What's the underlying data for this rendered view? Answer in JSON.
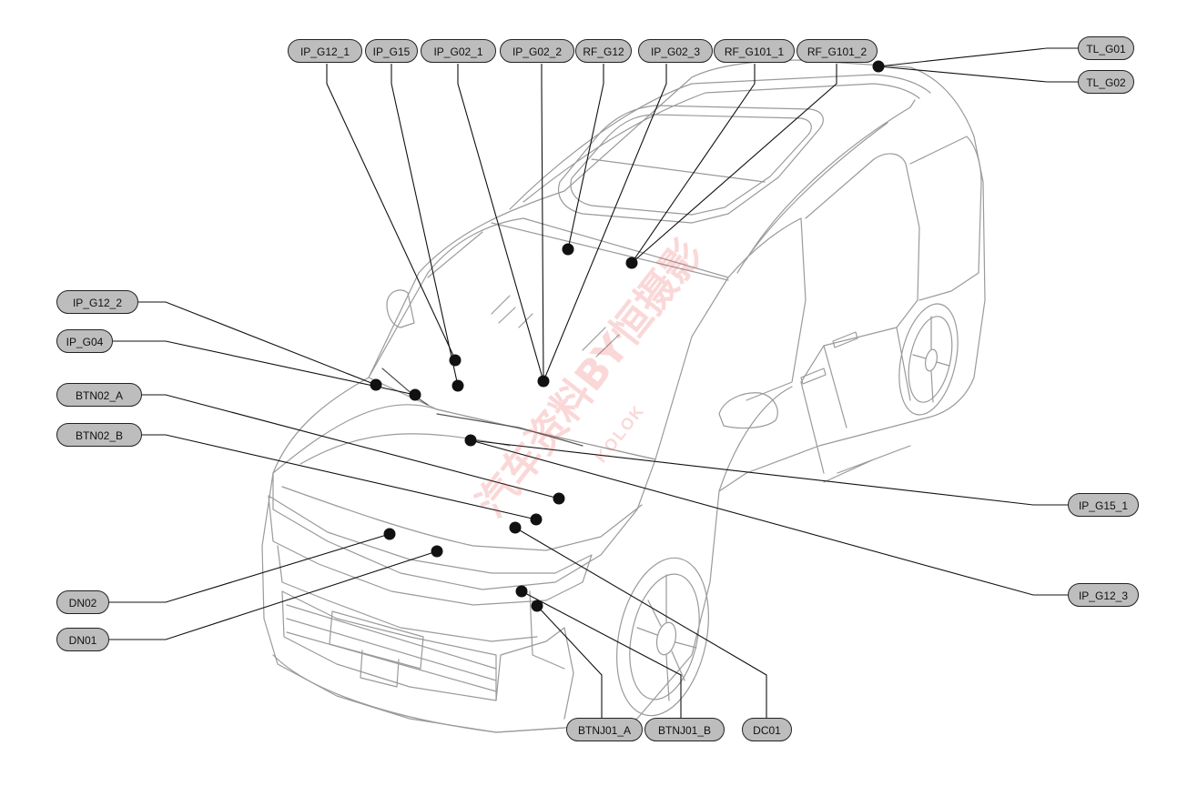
{
  "labels": [
    {
      "id": "IP_G12_1",
      "text": "IP_G12_1"
    },
    {
      "id": "IP_G15",
      "text": "IP_G15"
    },
    {
      "id": "IP_G02_1",
      "text": "IP_G02_1"
    },
    {
      "id": "IP_G02_2",
      "text": "IP_G02_2"
    },
    {
      "id": "RF_G12",
      "text": "RF_G12"
    },
    {
      "id": "IP_G02_3",
      "text": "IP_G02_3"
    },
    {
      "id": "RF_G101_1",
      "text": "RF_G101_1"
    },
    {
      "id": "RF_G101_2",
      "text": "RF_G101_2"
    },
    {
      "id": "TL_G01",
      "text": "TL_G01"
    },
    {
      "id": "TL_G02",
      "text": "TL_G02"
    },
    {
      "id": "IP_G12_2",
      "text": "IP_G12_2"
    },
    {
      "id": "IP_G04",
      "text": "IP_G04"
    },
    {
      "id": "BTN02_A",
      "text": "BTN02_A"
    },
    {
      "id": "BTN02_B",
      "text": "BTN02_B"
    },
    {
      "id": "IP_G15_1",
      "text": "IP_G15_1"
    },
    {
      "id": "IP_G12_3",
      "text": "IP_G12_3"
    },
    {
      "id": "DN02",
      "text": "DN02"
    },
    {
      "id": "DN01",
      "text": "DN01"
    },
    {
      "id": "BTNJ01_A",
      "text": "BTNJ01_A"
    },
    {
      "id": "BTNJ01_B",
      "text": "BTNJ01_B"
    },
    {
      "id": "DC01",
      "text": "DC01"
    }
  ],
  "watermark": {
    "main": "汽车资料BY恒摄影",
    "sub": "KOLOK"
  },
  "colors": {
    "label_fill": "#bdbdbd",
    "line": "#111111",
    "outline": "#9a9a9a",
    "watermark": "#e63c3c"
  }
}
